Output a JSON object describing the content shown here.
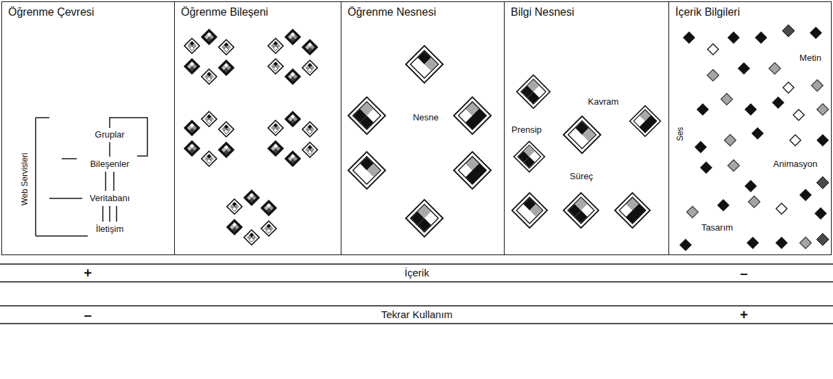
{
  "diagram": {
    "nodes": [
      {
        "text": [
          "Öğrenme Çevresi"
        ]
      },
      {
        "text": [
          "Öğrenme Bileşeni"
        ]
      },
      {
        "text": [
          "Öğrenme Nesnesi"
        ]
      },
      {
        "text": [
          "Bilgi Nesnesi"
        ]
      },
      {
        "text": [
          "İçerik Bilgileri"
        ]
      }
    ],
    "labels": [
      "Gruplar",
      "Bileşenler",
      "Veritabanı",
      "İletişim",
      "Web Servisleri",
      "Nesne",
      "Kavram",
      "Prensip",
      "Süreç",
      "Metin",
      "Ses",
      "Animasyon",
      "Tasarım",
      "+",
      "İçerik",
      "–",
      "–",
      "Tekrar Kullanım",
      "+"
    ]
  }
}
